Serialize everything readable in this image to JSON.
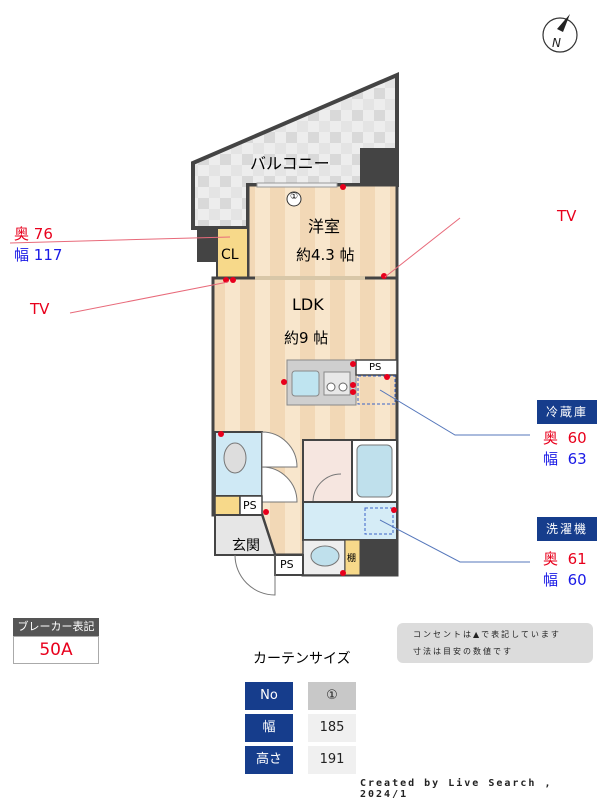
{
  "rooms": {
    "balcony": "バルコニー",
    "western": "洋室",
    "western_size": "約4.3 帖",
    "closet": "CL",
    "ldk": "LDK",
    "ldk_size": "約9 帖",
    "ps1": "PS",
    "ps2": "PS",
    "ps3": "PS",
    "entrance": "玄関",
    "shelf": "棚",
    "curtain_marker": "①"
  },
  "annotations": {
    "closet": {
      "depth_label": "奥",
      "depth": "76",
      "width_label": "幅",
      "width": "117"
    },
    "tv_left": "TV",
    "tv_right": "TV",
    "fridge": {
      "title": "冷蔵庫",
      "depth_label": "奥",
      "depth": "60",
      "width_label": "幅",
      "width": "63"
    },
    "washer": {
      "title": "洗濯機",
      "depth_label": "奥",
      "depth": "61",
      "width_label": "幅",
      "width": "60"
    }
  },
  "breaker": {
    "label": "ブレーカー表記",
    "value": "50A"
  },
  "note": {
    "line1": "コンセントは▲で表記しています",
    "line2": "寸法は目安の数値です"
  },
  "curtain": {
    "title": "カーテンサイズ",
    "rows": [
      {
        "label": "No",
        "value": "①"
      },
      {
        "label": "幅",
        "value": "185"
      },
      {
        "label": "高さ",
        "value": "191"
      }
    ]
  },
  "footer": "Created by Live Search , 2024/1",
  "colors": {
    "red": "#e8001c",
    "blue": "#1a1ae6",
    "navy": "#163d8c",
    "floor": "#f6e2c6",
    "wall": "#444444"
  }
}
